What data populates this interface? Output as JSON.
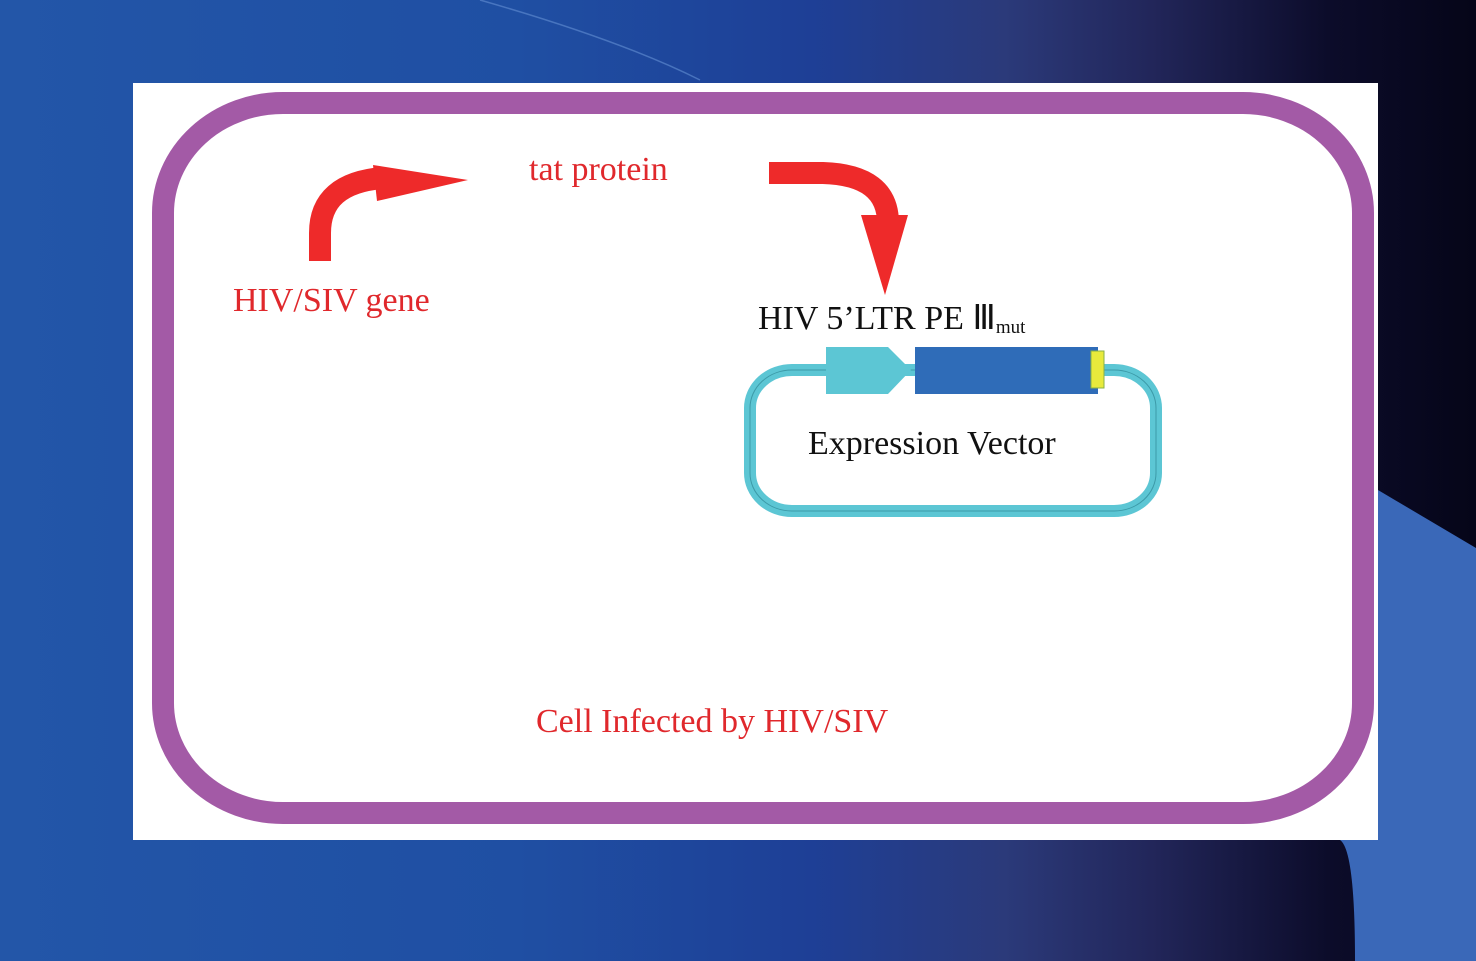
{
  "diagram": {
    "labels": {
      "tat_protein": "tat protein",
      "hiv_siv_gene": "HIV/SIV gene",
      "ltr_main": "HIV 5’LTR PE Ⅲ",
      "ltr_sub": "mut",
      "expression_vector": "Expression Vector",
      "cell_label": "Cell Infected by HIV/SIV"
    },
    "colors": {
      "cell_membrane": "#a35aa6",
      "arrow": "#ee2a2a",
      "label_red": "#e0282c",
      "plasmid_ring": "#5cc6d4",
      "promoter": "#5cc6d4",
      "gene": "#2f6cb8",
      "tag": "#e8ea3c"
    }
  }
}
